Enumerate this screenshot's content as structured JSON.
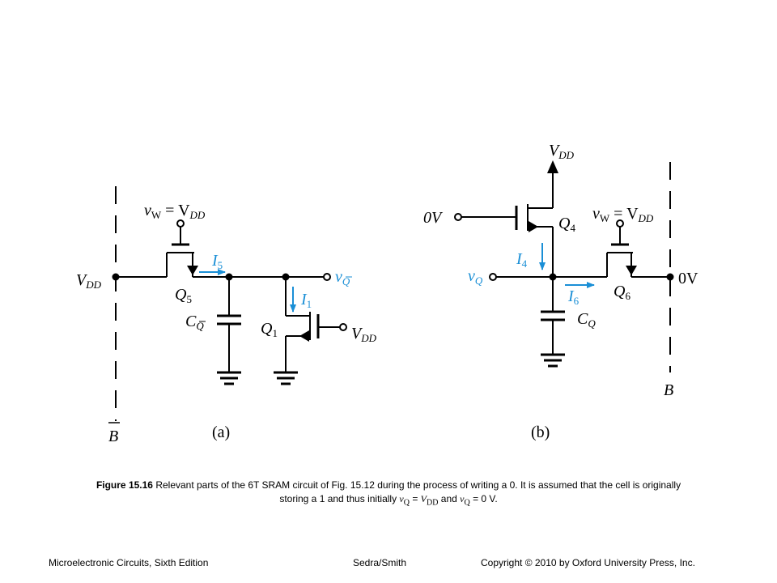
{
  "colors": {
    "ink": "#000000",
    "current": "#1a8fd6"
  },
  "panel_a": {
    "word_line": "v",
    "word_line_sub": "W",
    "word_line_eq": " = V",
    "word_line_sub2": "DD",
    "left_node": "V",
    "left_node_sub": "DD",
    "q5": "Q",
    "q5_sub": "5",
    "i5": "I",
    "i5_sub": "5",
    "vq": "v",
    "vq_sub": "Q",
    "cq": "C",
    "cq_sub": "Q",
    "q1": "Q",
    "q1_sub": "1",
    "i1": "I",
    "i1_sub": "1",
    "gate_right": "V",
    "gate_right_sub": "DD",
    "bitline": "B",
    "label": "(a)"
  },
  "panel_b": {
    "top_supply": "V",
    "top_supply_sub": "DD",
    "gate_left": "0V",
    "q4": "Q",
    "q4_sub": "4",
    "word_line": "v",
    "word_line_sub": "W",
    "word_line_eq": " = V",
    "word_line_sub2": "DD",
    "i4": "I",
    "i4_sub": "4",
    "vq": "v",
    "vq_sub": "Q",
    "i6": "I",
    "i6_sub": "6",
    "q6": "Q",
    "q6_sub": "6",
    "right_node": "0V",
    "cq": "C",
    "cq_sub": "Q",
    "bitline": "B",
    "label": "(b)"
  },
  "caption": {
    "figure_label": "Figure 15.16",
    "line1": "Relevant parts of the 6T SRAM circuit of Fig. 15.12 during the process of writing a 0. It is assumed that the cell is originally",
    "line2_a": "storing a 1 and thus initially ",
    "line2_v1": "v",
    "line2_s1": "Q",
    "line2_eq1": " = ",
    "line2_v2": "V",
    "line2_s2": "DD",
    "line2_and": " and ",
    "line2_v3": "v",
    "line2_s3": "Q",
    "line2_eq2": " = 0 V."
  },
  "footer": {
    "left": "Microelectronic Circuits, Sixth Edition",
    "middle": "Sedra/Smith",
    "right": "Copyright © 2010 by Oxford University Press, Inc."
  }
}
